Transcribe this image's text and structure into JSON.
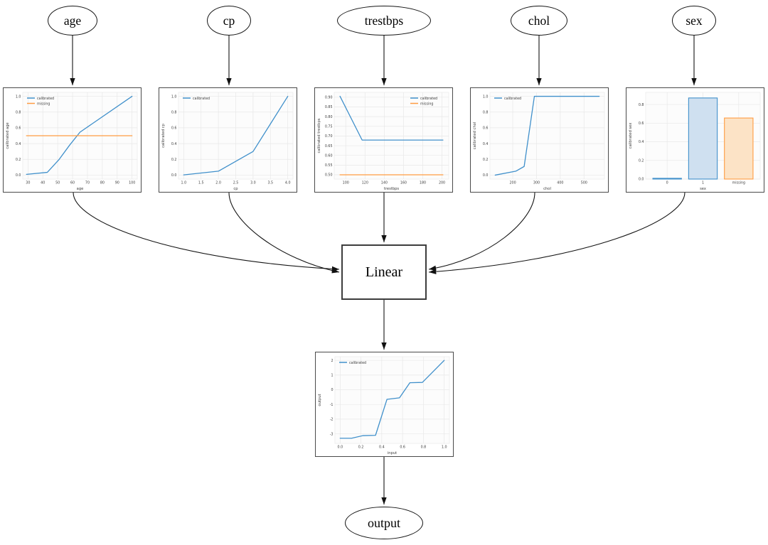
{
  "diagram": {
    "inputs": [
      {
        "id": "age",
        "label": "age"
      },
      {
        "id": "cp",
        "label": "cp"
      },
      {
        "id": "trestbps",
        "label": "trestbps"
      },
      {
        "id": "chol",
        "label": "chol"
      },
      {
        "id": "sex",
        "label": "sex"
      }
    ],
    "combiner": {
      "label": "Linear"
    },
    "output": {
      "label": "output"
    }
  },
  "colors": {
    "calibrated_line": "#4090cb",
    "missing_line": "#ff9c42",
    "bar_blue_fill": "#cfe0f0",
    "bar_orange_fill": "#fce3c6",
    "edge_stroke": "#141414",
    "grid": "#e8e8e8"
  },
  "chart_data": [
    {
      "id": "age",
      "type": "line",
      "title": "",
      "xlabel": "age",
      "ylabel": "calibrated age",
      "xlim": [
        26.5,
        103.5
      ],
      "ylim": [
        -0.05,
        1.05
      ],
      "xticks": [
        [
          30,
          "30"
        ],
        [
          40,
          "40"
        ],
        [
          50,
          "50"
        ],
        [
          60,
          "60"
        ],
        [
          70,
          "70"
        ],
        [
          80,
          "80"
        ],
        [
          90,
          "90"
        ],
        [
          100,
          "100"
        ]
      ],
      "yticks": [
        [
          0.0,
          "0.0"
        ],
        [
          0.2,
          "0.2"
        ],
        [
          0.4,
          "0.4"
        ],
        [
          0.6,
          "0.6"
        ],
        [
          0.8,
          "0.8"
        ],
        [
          1.0,
          "1.0"
        ]
      ],
      "grid": true,
      "legend": "nw",
      "series": [
        {
          "name": "calibrated",
          "color": "#4090cb",
          "points": [
            [
              29,
              0.01
            ],
            [
              43,
              0.035
            ],
            [
              51,
              0.2
            ],
            [
              58,
              0.38
            ],
            [
              65,
              0.545
            ],
            [
              100,
              1.0
            ]
          ]
        },
        {
          "name": "missing",
          "color": "#ff9c42",
          "points": [
            [
              29,
              0.5
            ],
            [
              100,
              0.5
            ]
          ]
        }
      ]
    },
    {
      "id": "cp",
      "type": "line",
      "title": "",
      "xlabel": "cp",
      "ylabel": "calibrated cp",
      "xlim": [
        0.85,
        4.15
      ],
      "ylim": [
        -0.05,
        1.05
      ],
      "xticks": [
        [
          1,
          "1.0"
        ],
        [
          1.5,
          "1.5"
        ],
        [
          2,
          "2.0"
        ],
        [
          2.5,
          "2.5"
        ],
        [
          3,
          "3.0"
        ],
        [
          3.5,
          "3.5"
        ],
        [
          4,
          "4.0"
        ]
      ],
      "yticks": [
        [
          0.0,
          "0.0"
        ],
        [
          0.2,
          "0.2"
        ],
        [
          0.4,
          "0.4"
        ],
        [
          0.6,
          "0.6"
        ],
        [
          0.8,
          "0.8"
        ],
        [
          1.0,
          "1.0"
        ]
      ],
      "grid": true,
      "legend": "nw",
      "series": [
        {
          "name": "calibrated",
          "color": "#4090cb",
          "points": [
            [
              1,
              0.003
            ],
            [
              2,
              0.05
            ],
            [
              3,
              0.3
            ],
            [
              4,
              1.0
            ]
          ]
        }
      ]
    },
    {
      "id": "trestbps",
      "type": "line",
      "title": "",
      "xlabel": "trestbps",
      "ylabel": "calibrated trestbps",
      "xlim": [
        88,
        207
      ],
      "ylim": [
        0.478,
        0.925
      ],
      "xticks": [
        [
          100,
          "100"
        ],
        [
          120,
          "120"
        ],
        [
          140,
          "140"
        ],
        [
          160,
          "160"
        ],
        [
          180,
          "180"
        ],
        [
          200,
          "200"
        ]
      ],
      "yticks": [
        [
          0.5,
          "0.50"
        ],
        [
          0.55,
          "0.55"
        ],
        [
          0.6,
          "0.60"
        ],
        [
          0.65,
          "0.65"
        ],
        [
          0.7,
          "0.70"
        ],
        [
          0.75,
          "0.75"
        ],
        [
          0.8,
          "0.80"
        ],
        [
          0.85,
          "0.85"
        ],
        [
          0.9,
          "0.90"
        ]
      ],
      "grid": true,
      "legend": "ne",
      "series": [
        {
          "name": "calibrated",
          "color": "#4090cb",
          "points": [
            [
              94,
              0.905
            ],
            [
              117,
              0.679
            ],
            [
              201,
              0.679
            ]
          ]
        },
        {
          "name": "missing",
          "color": "#ff9c42",
          "points": [
            [
              94,
              0.5
            ],
            [
              201,
              0.5
            ]
          ]
        }
      ]
    },
    {
      "id": "chol",
      "type": "line",
      "title": "",
      "xlabel": "chol",
      "ylabel": "calibrated chol",
      "xlim": [
        104,
        586
      ],
      "ylim": [
        -0.05,
        1.05
      ],
      "xticks": [
        [
          200,
          "200"
        ],
        [
          300,
          "300"
        ],
        [
          400,
          "400"
        ],
        [
          500,
          "500"
        ]
      ],
      "yticks": [
        [
          0.0,
          "0.0"
        ],
        [
          0.2,
          "0.2"
        ],
        [
          0.4,
          "0.4"
        ],
        [
          0.6,
          "0.6"
        ],
        [
          0.8,
          "0.8"
        ],
        [
          1.0,
          "1.0"
        ]
      ],
      "grid": true,
      "legend": "nw",
      "series": [
        {
          "name": "calibrated",
          "color": "#4090cb",
          "points": [
            [
              126,
              0.0
            ],
            [
              213,
              0.05
            ],
            [
              248,
              0.11
            ],
            [
              291,
              1.0
            ],
            [
              564,
              1.0
            ]
          ]
        }
      ]
    },
    {
      "id": "sex",
      "type": "bar",
      "title": "",
      "xlabel": "sex",
      "ylabel": "calibrated sex",
      "categories": [
        "0",
        "1",
        "missing"
      ],
      "values": [
        0.008,
        0.87,
        0.655
      ],
      "ylim": [
        0,
        0.93
      ],
      "yticks": [
        [
          0.0,
          "0.0"
        ],
        [
          0.2,
          "0.2"
        ],
        [
          0.4,
          "0.4"
        ],
        [
          0.6,
          "0.6"
        ],
        [
          0.8,
          "0.8"
        ]
      ],
      "grid": true,
      "legend": null,
      "bar_edge_colors": [
        "#4090cb",
        "#4090cb",
        "#ff9c42"
      ],
      "bar_fill_colors": [
        "#cfe0f0",
        "#cfe0f0",
        "#fce3c6"
      ]
    },
    {
      "id": "output",
      "type": "line",
      "title": "",
      "xlabel": "input",
      "ylabel": "output",
      "xlim": [
        -0.05,
        1.05
      ],
      "ylim": [
        -3.65,
        2.25
      ],
      "xticks": [
        [
          0,
          "0.0"
        ],
        [
          0.2,
          "0.2"
        ],
        [
          0.4,
          "0.4"
        ],
        [
          0.6,
          "0.6"
        ],
        [
          0.8,
          "0.8"
        ],
        [
          1.0,
          "1.0"
        ]
      ],
      "yticks": [
        [
          -3,
          "-3"
        ],
        [
          -2,
          "-2"
        ],
        [
          -1,
          "-1"
        ],
        [
          0,
          "0"
        ],
        [
          1,
          "1"
        ],
        [
          2,
          "2"
        ]
      ],
      "grid": true,
      "legend": "nw",
      "series": [
        {
          "name": "calibrated",
          "color": "#4090cb",
          "points": [
            [
              0,
              -3.3
            ],
            [
              0.11,
              -3.3
            ],
            [
              0.22,
              -3.12
            ],
            [
              0.34,
              -3.1
            ],
            [
              0.45,
              -0.65
            ],
            [
              0.57,
              -0.55
            ],
            [
              0.67,
              0.48
            ],
            [
              0.79,
              0.5
            ],
            [
              1.0,
              2.0
            ]
          ]
        }
      ]
    }
  ]
}
